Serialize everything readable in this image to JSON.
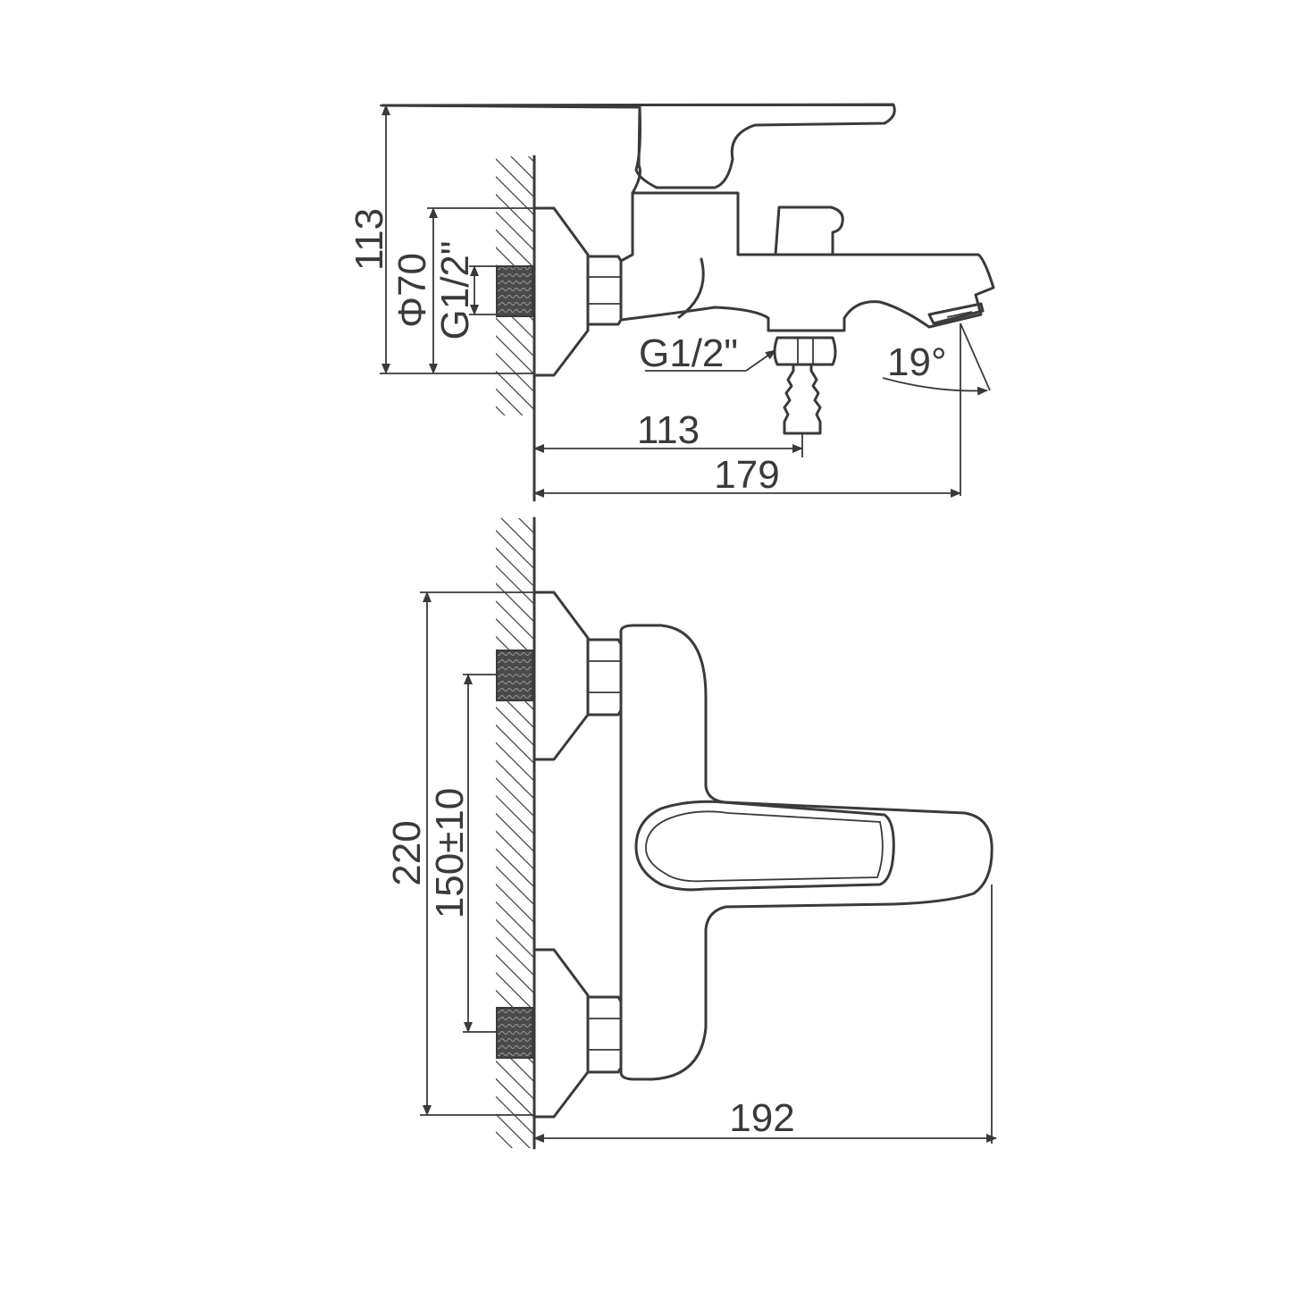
{
  "dimensions": {
    "side_height": "113",
    "flange_diameter": "Φ70",
    "wall_thread": "G1/2\"",
    "outlet_thread": "G1/2\"",
    "spout_angle": "19°",
    "outlet_distance": "113",
    "total_projection": "179",
    "front_height": "220",
    "inlet_spacing": "150±10",
    "front_projection": "192"
  },
  "colors": {
    "stroke": "#3a3a3a",
    "background": "#ffffff"
  }
}
